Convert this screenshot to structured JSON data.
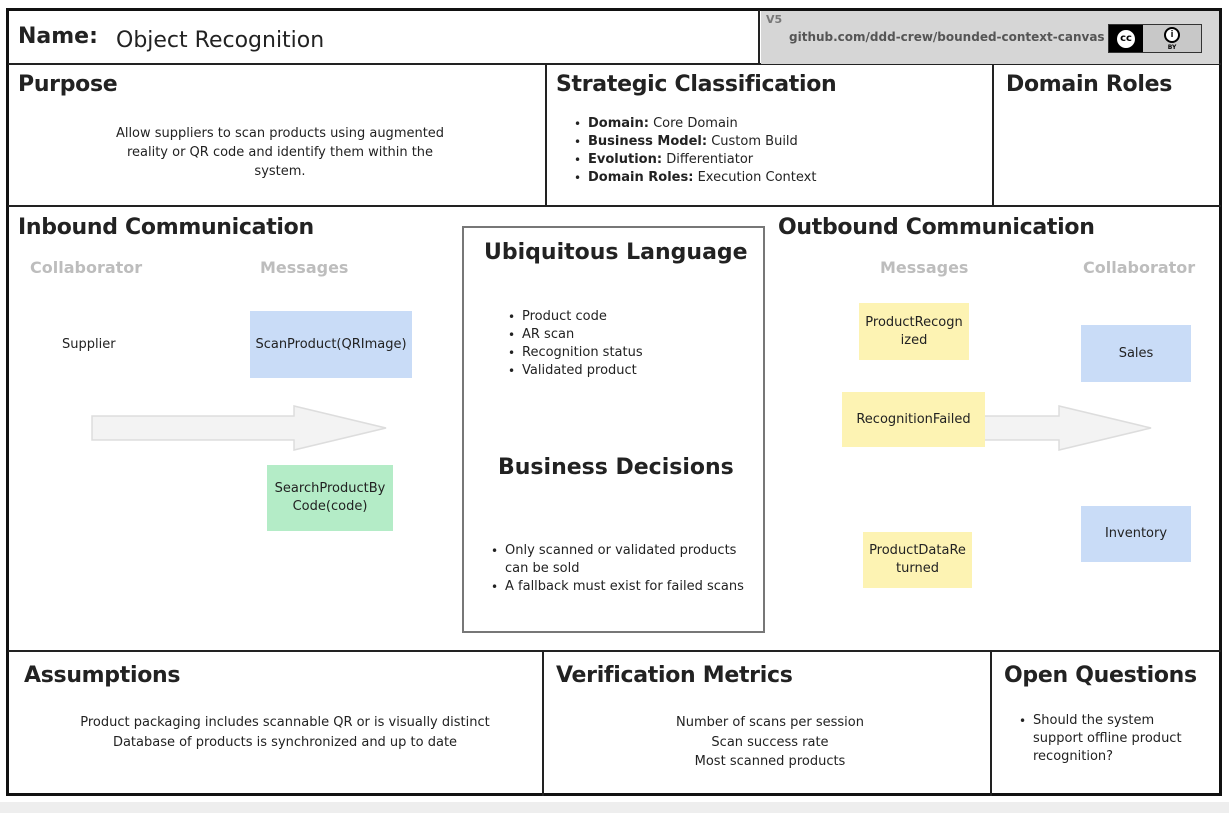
{
  "header": {
    "name_label": "Name:",
    "name_value": "Object Recognition",
    "version": "V5",
    "github_link": "github.com/ddd-crew/bounded-context-canvas",
    "license_cc": "cc",
    "license_by": "BY"
  },
  "purpose": {
    "title": "Purpose",
    "lines": [
      "Allow suppliers to scan products using augmented",
      "reality or QR code and identify them within the",
      "system."
    ]
  },
  "strategic_classification": {
    "title": "Strategic Classification",
    "items": [
      {
        "key": "Domain:",
        "value": "Core Domain"
      },
      {
        "key": "Business Model:",
        "value": "Custom Build"
      },
      {
        "key": "Evolution:",
        "value": "Differentiator"
      },
      {
        "key": "Domain Roles:",
        "value": "Execution Context"
      }
    ]
  },
  "domain_roles": {
    "title": "Domain Roles"
  },
  "inbound": {
    "title": "Inbound Communication",
    "collaborator_header": "Collaborator",
    "messages_header": "Messages",
    "collaborators": [
      "Supplier"
    ],
    "messages": [
      {
        "label": "ScanProduct(QRImage)",
        "color": "#c9dcf7"
      },
      {
        "label": "SearchProductBy Code(code)",
        "color": "#b4ecc7"
      }
    ]
  },
  "ubiquitous_language": {
    "title": "Ubiquitous Language",
    "terms": [
      "Product code",
      "AR scan",
      "Recognition status",
      "Validated product"
    ]
  },
  "business_decisions": {
    "title": "Business Decisions",
    "items": [
      "Only scanned or validated products can be sold",
      "A fallback must exist for failed scans"
    ]
  },
  "outbound": {
    "title": "Outbound Communication",
    "messages_header": "Messages",
    "collaborator_header": "Collaborator",
    "messages": [
      {
        "label": "ProductRecogn ized",
        "color": "#fdf3b3"
      },
      {
        "label": "RecognitionFailed",
        "color": "#fdf3b3"
      },
      {
        "label": "ProductDataRe turned",
        "color": "#fdf3b3"
      }
    ],
    "collaborators": [
      {
        "label": "Sales",
        "color": "#c9dcf7"
      },
      {
        "label": "Inventory",
        "color": "#c9dcf7"
      }
    ]
  },
  "assumptions": {
    "title": "Assumptions",
    "lines": [
      "Product packaging includes scannable QR or is visually distinct",
      "Database of products is synchronized and up to date"
    ]
  },
  "verification_metrics": {
    "title": "Verification Metrics",
    "lines": [
      "Number of scans per session",
      "Scan success rate",
      "Most scanned products"
    ]
  },
  "open_questions": {
    "title": "Open Questions",
    "items": [
      "Should the system support offline product recognition?"
    ]
  }
}
